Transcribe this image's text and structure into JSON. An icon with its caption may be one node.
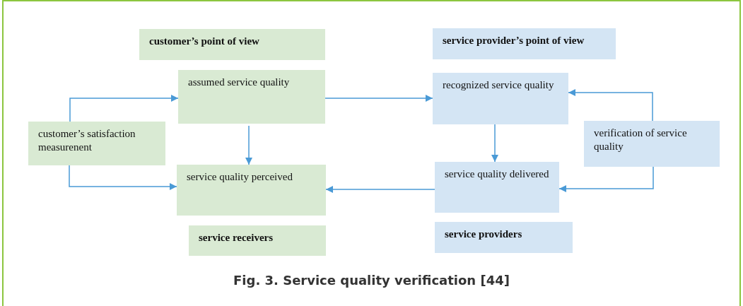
{
  "diagram": {
    "caption": "Fig. 3. Service quality verification [44]",
    "nodes": [
      {
        "text": [
          "customer’s point of view"
        ]
      },
      {
        "text": [
          "service provider’s point of view"
        ]
      },
      {
        "text": [
          "assumed service quality"
        ]
      },
      {
        "text": [
          "recognized service quality"
        ]
      },
      {
        "text": [
          "customer’s satisfaction measurenent"
        ]
      },
      {
        "text": [
          "verification of service quality"
        ]
      },
      {
        "text": [
          "service quality perceived"
        ]
      },
      {
        "text": [
          "service quality delivered"
        ]
      },
      {
        "text": [
          "service receivers"
        ]
      },
      {
        "text": [
          "service providers"
        ]
      }
    ],
    "edges": [
      {
        "from": 4,
        "to": 2,
        "arrow": "to"
      },
      {
        "from": 4,
        "to": 6,
        "arrow": "to"
      },
      {
        "from": 2,
        "to": 3,
        "arrow": "to"
      },
      {
        "from": 2,
        "to": 6,
        "arrow": "to"
      },
      {
        "from": 3,
        "to": 7,
        "arrow": "to"
      },
      {
        "from": 5,
        "to": 3,
        "arrow": "to"
      },
      {
        "from": 5,
        "to": 7,
        "arrow": "to"
      },
      {
        "from": 7,
        "to": 6,
        "arrow": "to"
      }
    ]
  }
}
